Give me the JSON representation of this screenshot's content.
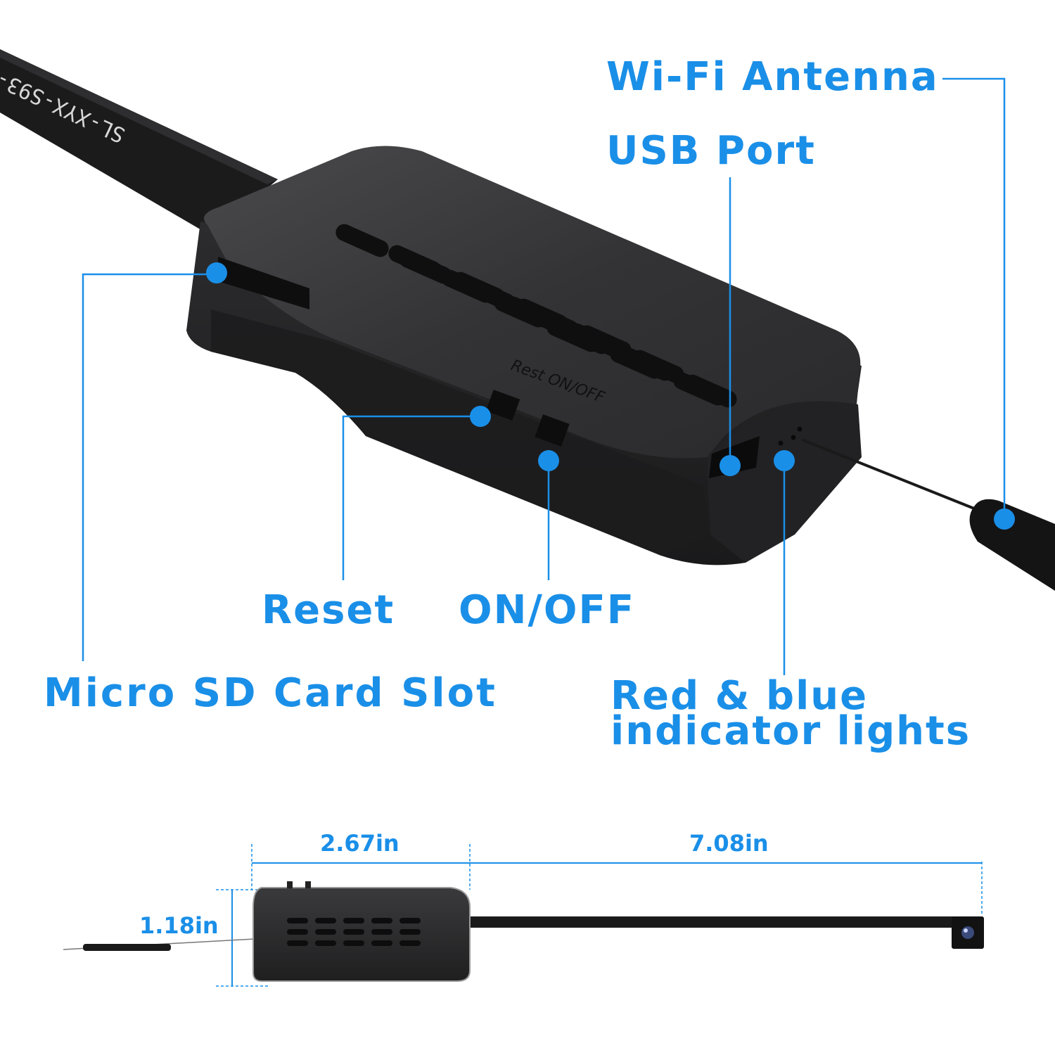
{
  "colors": {
    "accent": "#1a8fe8",
    "device": "#2b2b2d",
    "device_dark": "#151516",
    "background": "#ffffff"
  },
  "callouts": {
    "wifi_antenna": "Wi-Fi Antenna",
    "usb_port": "USB Port",
    "reset": "Reset",
    "on_off": "ON/OFF",
    "micro_sd": "Micro SD Card Slot",
    "indicator_line1": "Red & blue",
    "indicator_line2": "indicator lights"
  },
  "device_print": {
    "cable_text": "SL-XYX-S93-",
    "switch_text": "Rest ON/OFF"
  },
  "dimensions": {
    "width_module": "2.67in",
    "width_cable": "7.08in",
    "height": "1.18in"
  }
}
